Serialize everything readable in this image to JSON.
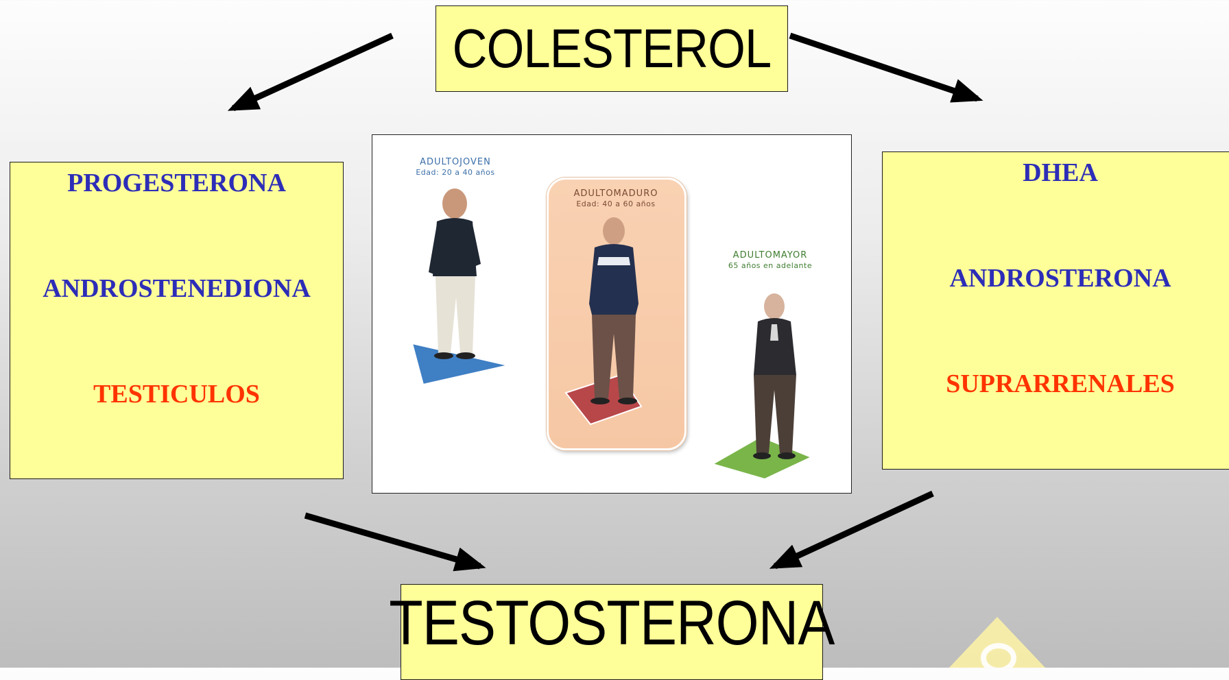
{
  "nodes": {
    "top": "COLESTEROL",
    "bottom": "TESTOSTERONA",
    "left": [
      "PROGESTERONA",
      "ANDROSTENEDIONA",
      "TESTICULOS"
    ],
    "right": [
      "DHEA",
      "ANDROSTERONA",
      "SUPRARRENALES"
    ]
  },
  "figures": {
    "joven": {
      "title": "ADULTOJOVEN",
      "subtitle": "Edad: 20 a 40 años"
    },
    "maduro": {
      "title": "ADULTOMADURO",
      "subtitle": "Edad: 40 a 60 años"
    },
    "mayor": {
      "title": "ADULTOMAYOR",
      "subtitle": "65 años en adelante"
    }
  },
  "colors": {
    "box_fill": "#ffff99",
    "label_blue": "#2d2db8",
    "label_red": "#ff3300",
    "mat_blue": "#3f7fc4",
    "mat_red": "#b8474a",
    "mat_green": "#7ab54a"
  },
  "edges": [
    {
      "from": "COLESTEROL",
      "to": "left-box"
    },
    {
      "from": "COLESTEROL",
      "to": "right-box"
    },
    {
      "from": "left-box",
      "to": "TESTOSTERONA"
    },
    {
      "from": "right-box",
      "to": "TESTOSTERONA"
    }
  ]
}
